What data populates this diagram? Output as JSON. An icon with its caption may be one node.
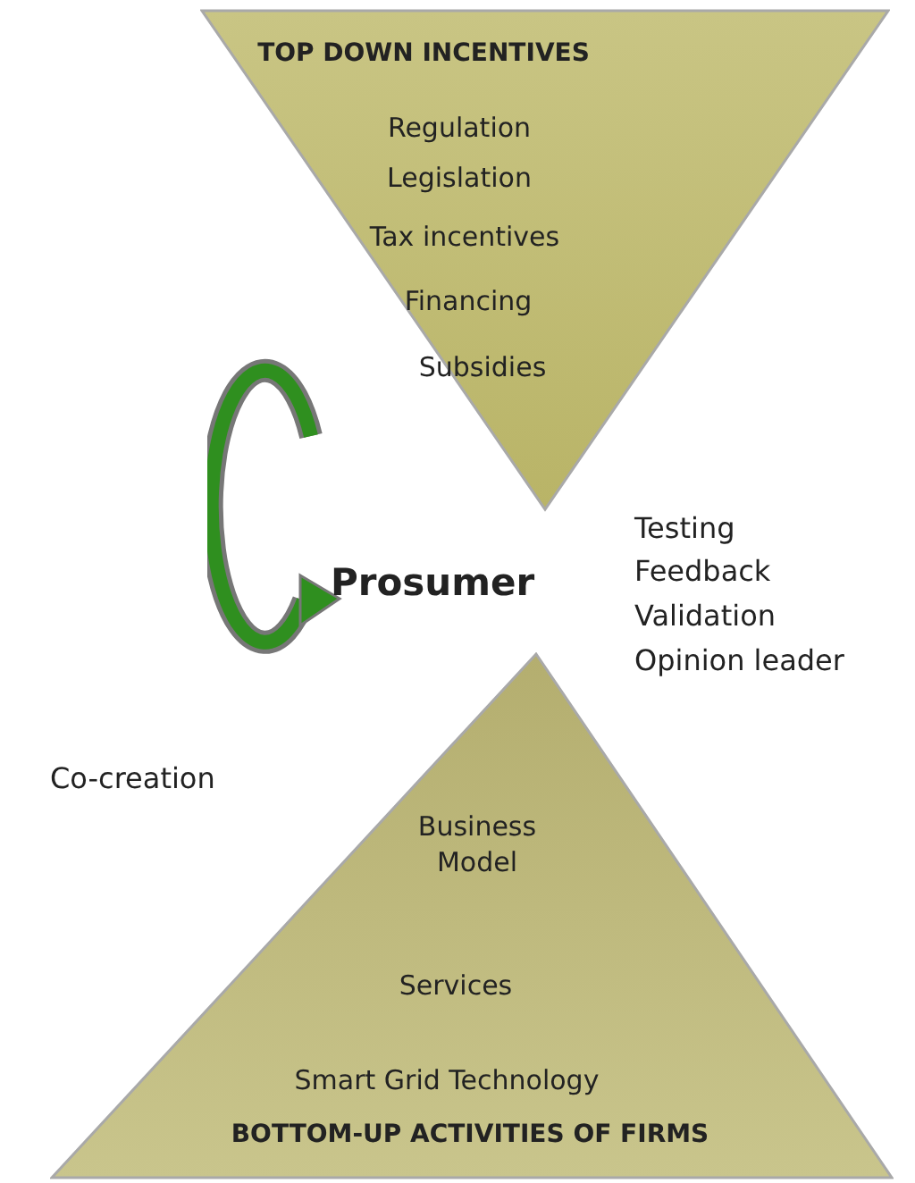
{
  "diagram": {
    "nodes": [
      {
        "text": [
          "TOP DOWN INCENTIVES",
          "Regulation",
          "Legislation",
          "Tax incentives",
          "Financing",
          "Subsidies"
        ]
      },
      {
        "text": [
          "Prosumer"
        ]
      },
      {
        "text": [
          "Business Model",
          "Services",
          "Smart Grid Technology",
          "BOTTOM-UP ACTIVITIES OF FIRMS"
        ]
      }
    ],
    "edges": [],
    "labels": [
      "Testing",
      "Feedback",
      "Validation",
      "Opinion leader",
      "Co-creation"
    ]
  }
}
